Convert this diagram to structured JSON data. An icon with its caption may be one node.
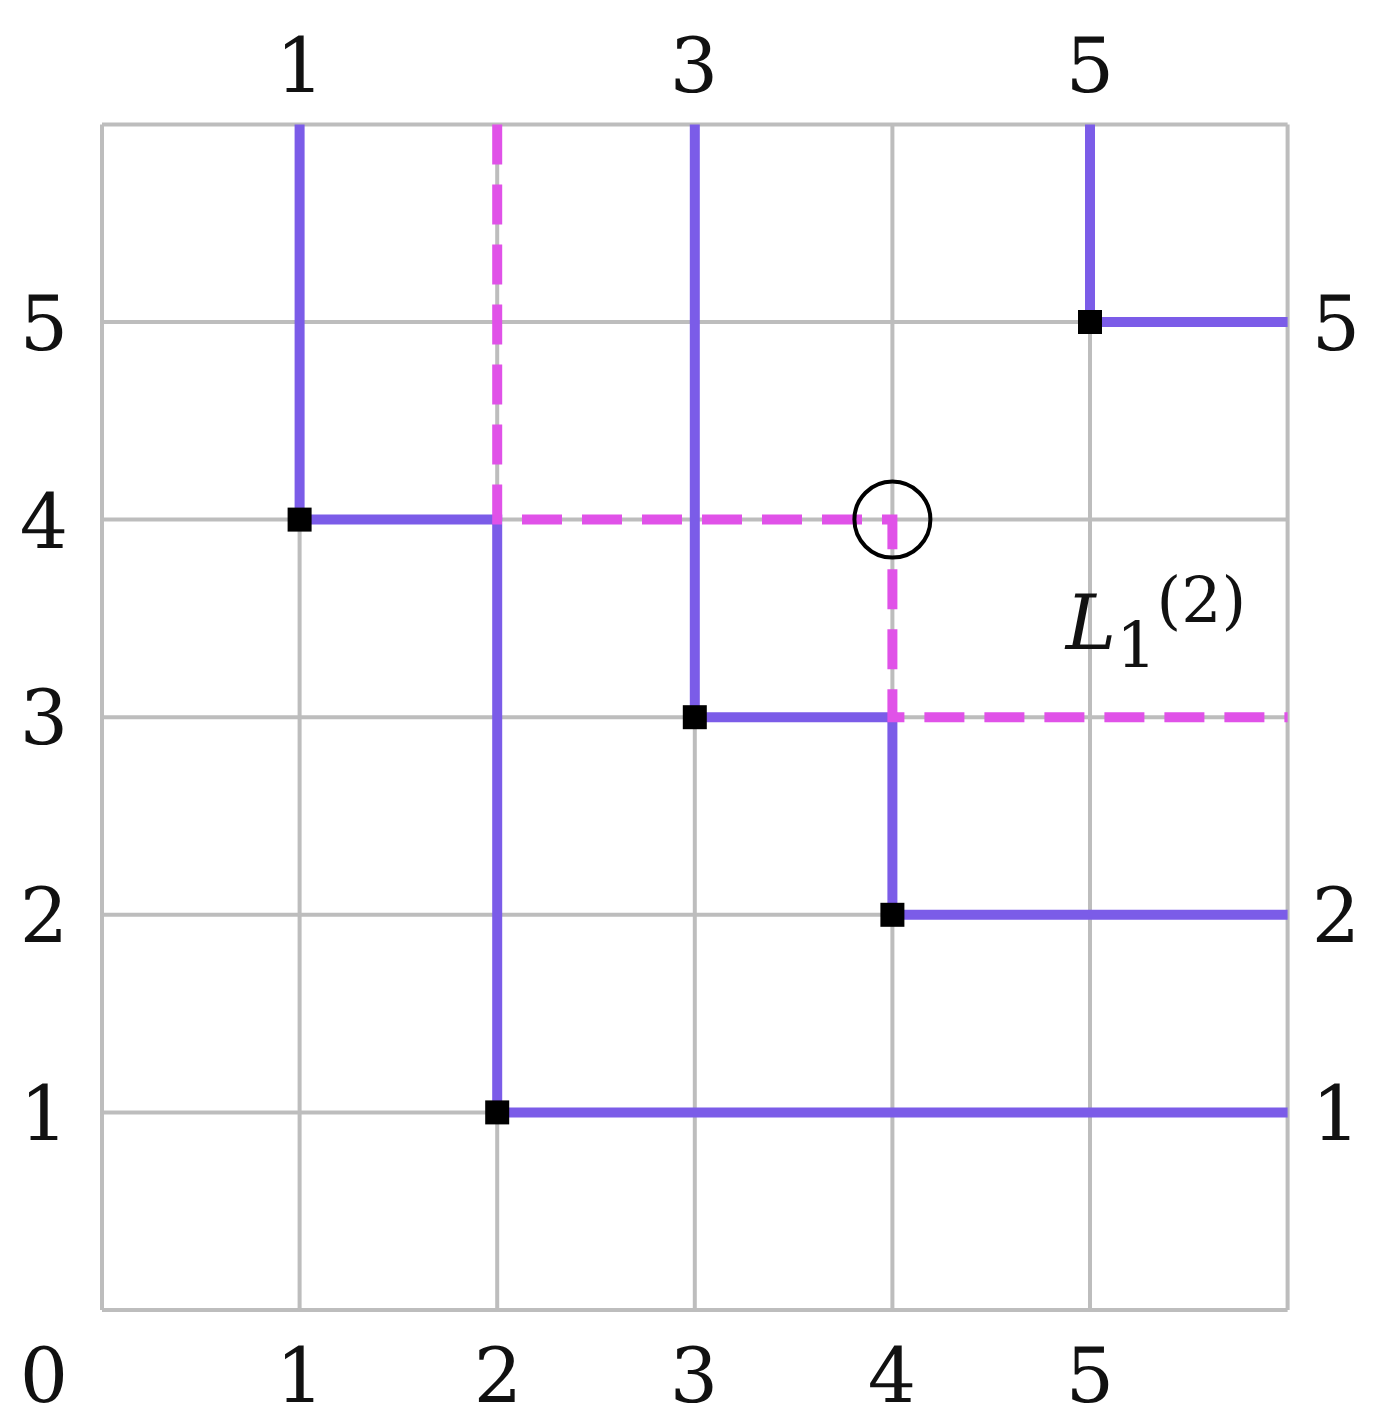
{
  "diagram": {
    "labels": [
      "1",
      "3",
      "5",
      "5",
      "5",
      "4",
      "*L*$_{1}$$^{(2)}$",
      "3",
      "2",
      "2",
      "1",
      "1",
      "0",
      "1",
      "2",
      "3",
      "4",
      "5"
    ]
  }
}
